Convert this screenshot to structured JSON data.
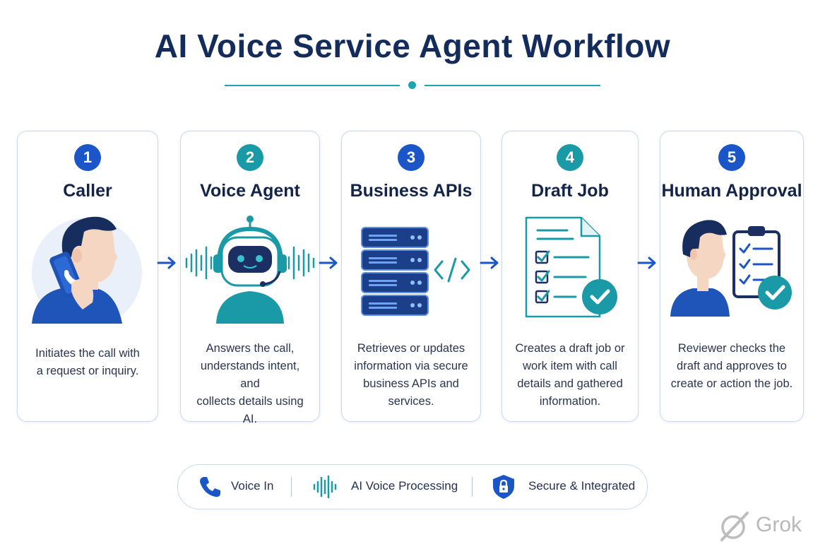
{
  "title": "AI Voice Service Agent Workflow",
  "colors": {
    "navy": "#142c5c",
    "blue": "#1a56c8",
    "teal": "#1a9aa6",
    "light_bg": "#e9f0fa"
  },
  "steps": [
    {
      "number": "1",
      "title": "Caller",
      "icon": "caller-with-phone-icon",
      "desc_lines": [
        "Initiates the call with",
        "a request or inquiry."
      ]
    },
    {
      "number": "2",
      "title": "Voice Agent",
      "icon": "robot-headset-icon",
      "desc_lines": [
        "Answers the call,",
        "understands intent, and",
        "collects details using AI."
      ]
    },
    {
      "number": "3",
      "title": "Business APIs",
      "icon": "server-stack-code-icon",
      "desc_lines": [
        "Retrieves or updates",
        "information via secure",
        "business APIs and",
        "services."
      ]
    },
    {
      "number": "4",
      "title": "Draft Job",
      "icon": "checklist-document-icon",
      "desc_lines": [
        "Creates a draft job or",
        "work item with call",
        "details and gathered",
        "information."
      ]
    },
    {
      "number": "5",
      "title": "Human Approval",
      "icon": "reviewer-clipboard-icon",
      "desc_lines": [
        "Reviewer checks the",
        "draft and approves to",
        "create or action the job."
      ]
    }
  ],
  "legend": [
    {
      "label": "Voice In",
      "icon": "phone-icon"
    },
    {
      "label": "AI Voice Processing",
      "icon": "waveform-icon"
    },
    {
      "label": "Secure & Integrated",
      "icon": "shield-lock-icon"
    }
  ],
  "watermark": "Grok"
}
